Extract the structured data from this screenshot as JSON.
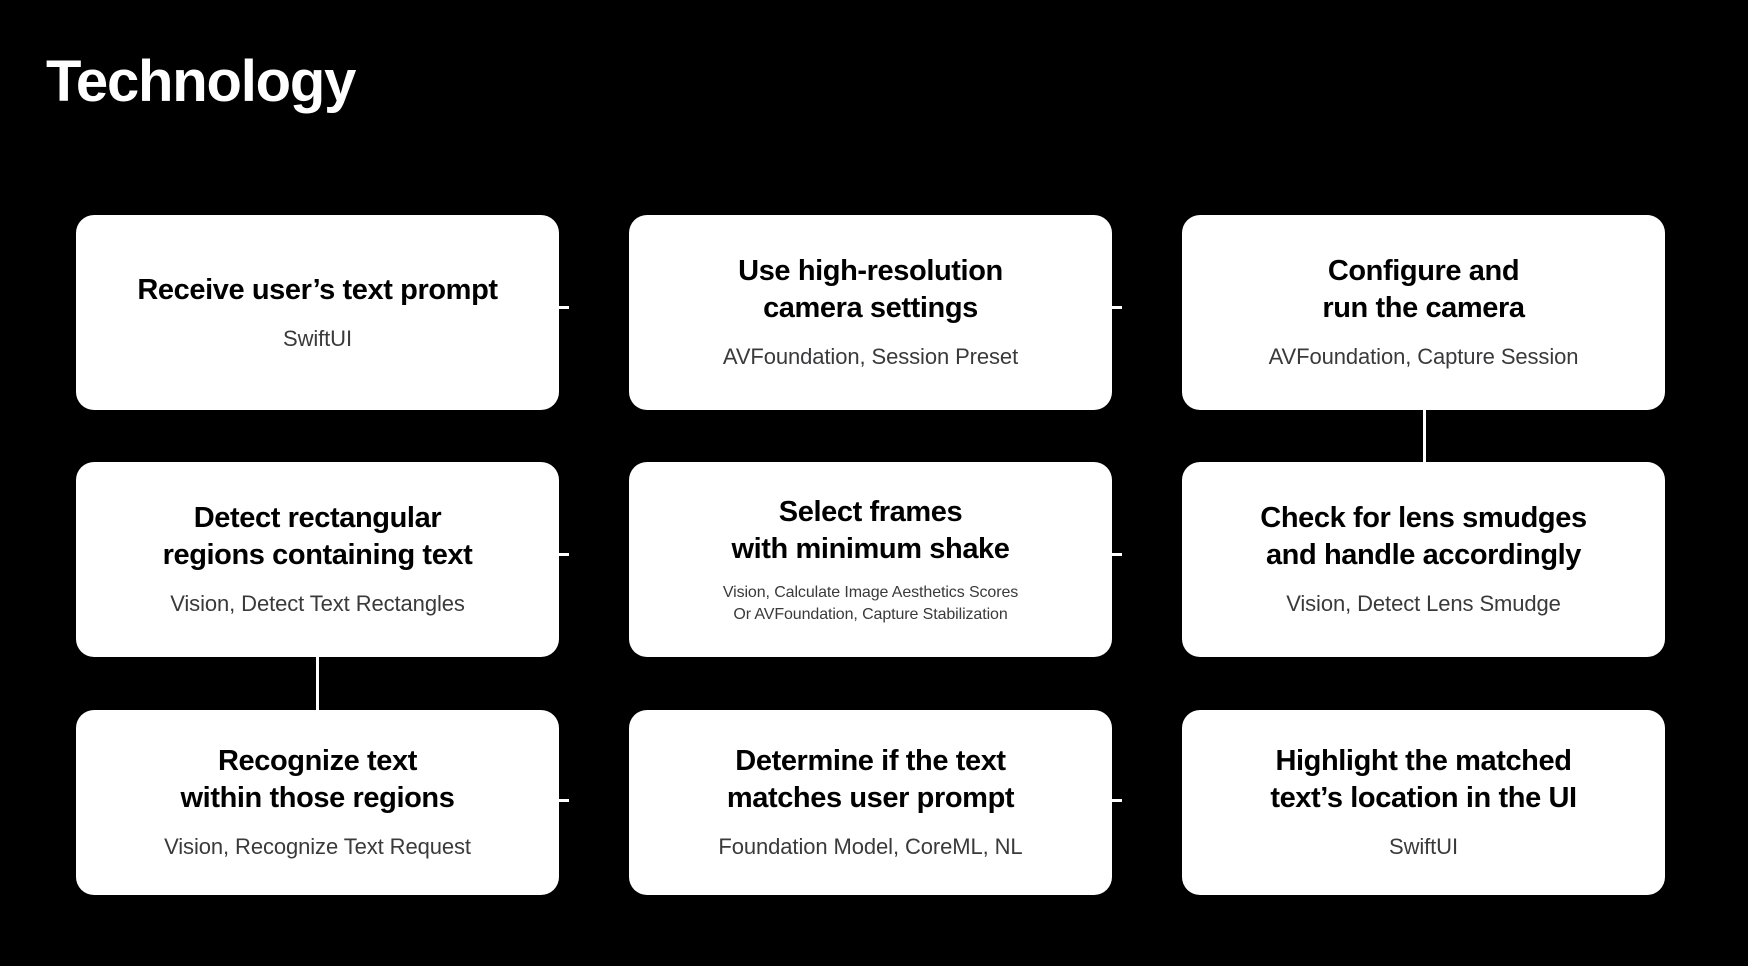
{
  "slide": {
    "title": "Technology",
    "background_color": "#000000",
    "card_color": "#ffffff",
    "title_color": "#ffffff",
    "card_title_color": "#000000",
    "card_subtitle_color": "#3a3a3c",
    "connector_color": "#ffffff"
  },
  "cards": [
    {
      "id": "receive-prompt",
      "title": "Receive user’s text prompt",
      "subtitle": "SwiftUI",
      "row": 0,
      "col": 0
    },
    {
      "id": "high-resolution-camera",
      "title": "Use high-resolution\ncamera settings",
      "subtitle": "AVFoundation, Session Preset",
      "row": 0,
      "col": 1
    },
    {
      "id": "configure-run-camera",
      "title": "Configure and\nrun the camera",
      "subtitle": "AVFoundation, Capture Session",
      "row": 0,
      "col": 2
    },
    {
      "id": "detect-text-regions",
      "title": "Detect rectangular\nregions containing text",
      "subtitle": "Vision, Detect Text Rectangles",
      "row": 1,
      "col": 0
    },
    {
      "id": "select-frames",
      "title": "Select frames\nwith minimum shake",
      "subtitle": "Vision, Calculate Image Aesthetics Scores\nOr AVFoundation, Capture Stabilization",
      "row": 1,
      "col": 1
    },
    {
      "id": "check-lens-smudges",
      "title": "Check for lens smudges\nand handle accordingly",
      "subtitle": "Vision, Detect Lens Smudge",
      "row": 1,
      "col": 2
    },
    {
      "id": "recognize-text",
      "title": "Recognize text\nwithin those regions",
      "subtitle": "Vision, Recognize Text Request",
      "row": 2,
      "col": 0
    },
    {
      "id": "match-user-prompt",
      "title": "Determine if the text\nmatches user prompt",
      "subtitle": "Foundation Model, CoreML, NL",
      "row": 2,
      "col": 1
    },
    {
      "id": "highlight-matched-text",
      "title": "Highlight the matched\ntext’s location in the UI",
      "subtitle": "SwiftUI",
      "row": 2,
      "col": 2
    }
  ]
}
